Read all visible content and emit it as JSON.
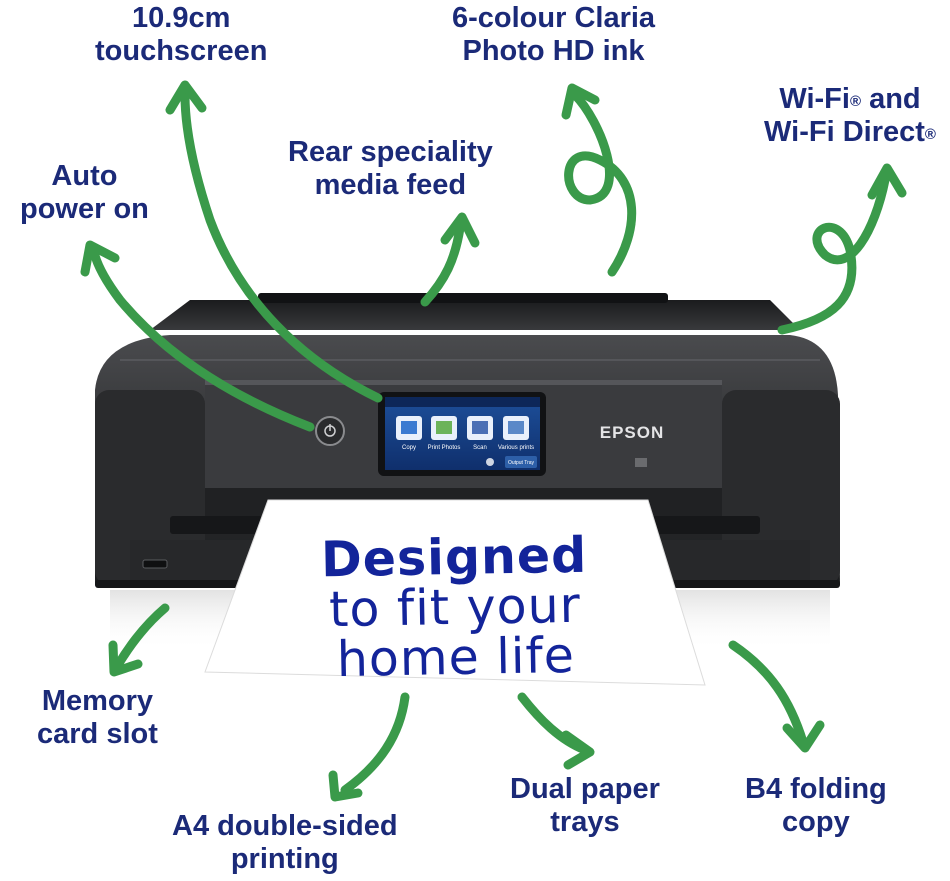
{
  "features": {
    "touchscreen": {
      "line1": "10.9cm",
      "line2": "touchscreen"
    },
    "ink": {
      "line1": "6-colour Claria",
      "line2": "Photo HD ink"
    },
    "wifi": {
      "line1": "Wi-Fi",
      "line1_mark": "®",
      "line1_suffix": " and",
      "line2": "Wi-Fi Direct",
      "line2_mark": "®"
    },
    "rear_feed": {
      "line1": "Rear speciality",
      "line2": "media feed"
    },
    "auto_power": {
      "line1": "Auto",
      "line2": "power on"
    },
    "memory_card": {
      "line1": "Memory",
      "line2": "card slot"
    },
    "duplex": {
      "line1": "A4 double-sided",
      "line2": "printing"
    },
    "dual_trays": {
      "line1": "Dual paper",
      "line2": "trays"
    },
    "b4_copy": {
      "line1": "B4 folding",
      "line2": "copy"
    }
  },
  "paper": {
    "line1": "Designed",
    "line2": "to fit your",
    "line3": "home life"
  },
  "printer": {
    "brand": "EPSON",
    "screen_items": [
      "Copy",
      "Print Photos",
      "Scan",
      "Various prints"
    ],
    "screen_footer": "Output Tray"
  },
  "colors": {
    "label_text": "#1b2a78",
    "arrow_green": "#3a9a4a",
    "paper_text": "#13249a",
    "printer_body": "#2e2f31"
  }
}
